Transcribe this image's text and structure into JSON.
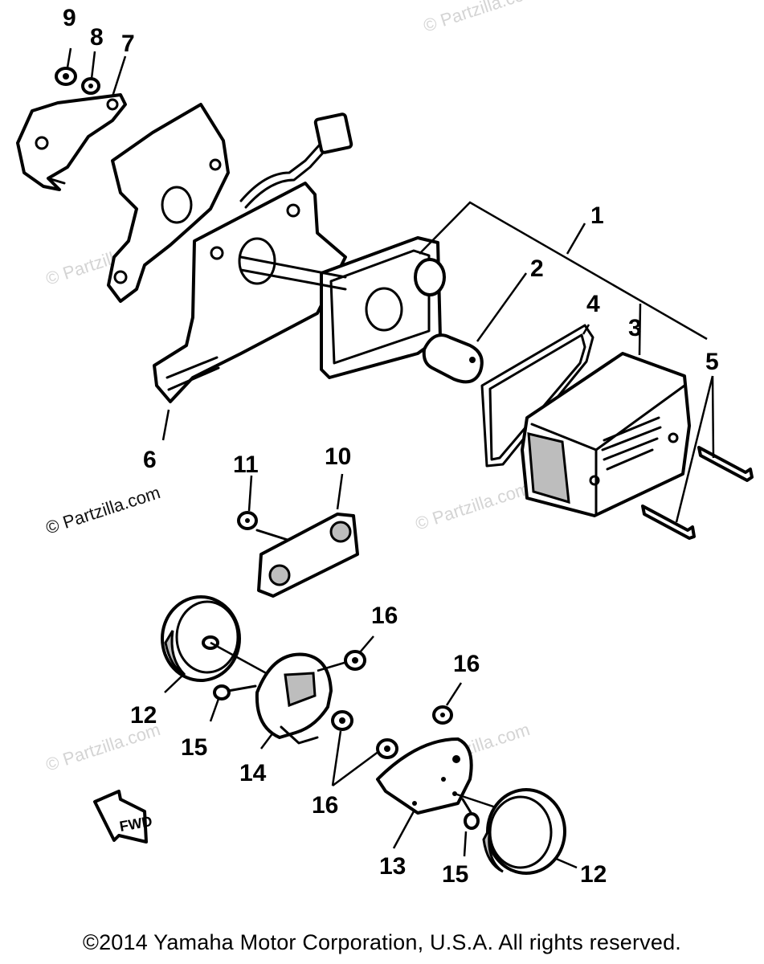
{
  "watermark": {
    "text": "© Partzilla.com"
  },
  "callouts": {
    "c1": "1",
    "c2": "2",
    "c3": "3",
    "c4": "4",
    "c5": "5",
    "c6": "6",
    "c7": "7",
    "c8": "8",
    "c9": "9",
    "c10": "10",
    "c11": "11",
    "c12a": "12",
    "c12b": "12",
    "c13": "13",
    "c14": "14",
    "c15a": "15",
    "c15b": "15",
    "c16a": "16",
    "c16b": "16",
    "c16c": "16"
  },
  "fwd_label": "FWD",
  "copyright": "©2014  Yamaha Motor Corporation, U.S.A. All rights reserved."
}
